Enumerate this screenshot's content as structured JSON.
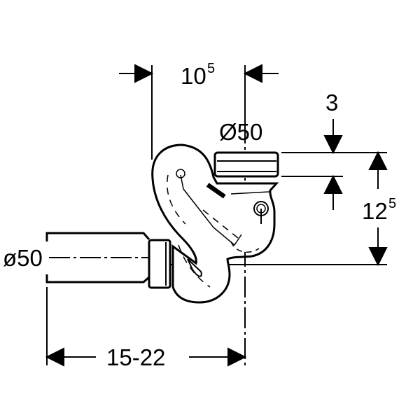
{
  "dimensions": {
    "top_width": {
      "value": "10",
      "sup": "5"
    },
    "socket_depth": {
      "value": "3"
    },
    "top_diameter": {
      "value": "Ø50"
    },
    "height": {
      "value": "12",
      "sup": "5"
    },
    "side_diameter": {
      "value": "ø50"
    },
    "length": {
      "value": "15-22"
    }
  },
  "colors": {
    "line": "#000000",
    "background": "#ffffff"
  }
}
